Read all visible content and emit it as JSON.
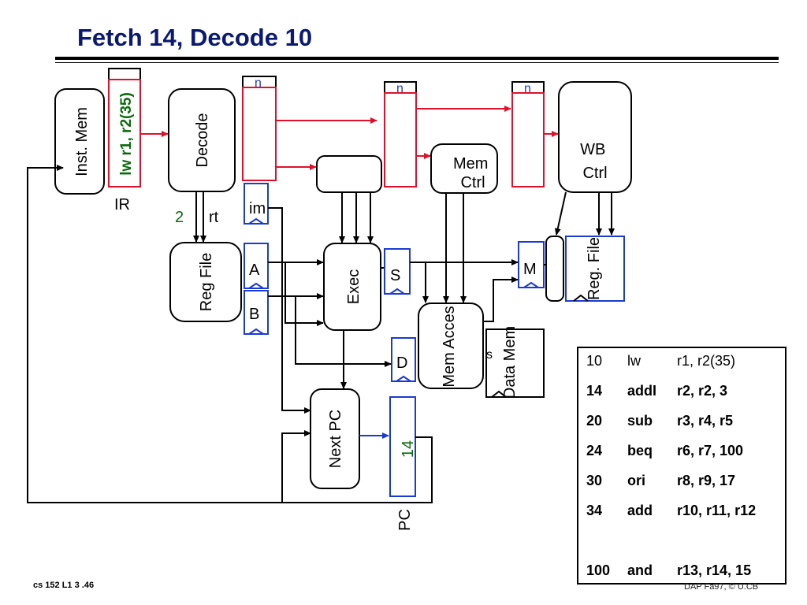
{
  "slide": {
    "title": "Fetch 14, Decode 10",
    "footer_left": "cs 152  L1 3 .46",
    "footer_right": "DAP Fa97, © U.CB"
  },
  "diagram": {
    "inst_mem": "Inst. Mem",
    "ir_contents": "lw r1, r2(35)",
    "ir_label": "IR",
    "decode": "Decode",
    "rs_label": "2",
    "rt_label": "rt",
    "pipe_tag": "n",
    "im_label": "im",
    "reg_file": "Reg File",
    "reg_file_right": "Reg. File",
    "a_reg": "A",
    "b_reg": "B",
    "exec": "Exec",
    "s_reg": "S",
    "mem_ctrl": "Mem Ctrl",
    "wb_ctrl": "WB Ctrl",
    "m_reg": "M",
    "mem_access": "Mem Acces",
    "data_mem": "Data Mem",
    "data_mem_prefix": "s",
    "d_reg": "D",
    "next_pc": "Next PC",
    "pc_value": "14",
    "pc_label": "PC"
  },
  "program": [
    {
      "addr": "10",
      "op": "lw",
      "args": "r1, r2(35)",
      "bold": false
    },
    {
      "addr": "14",
      "op": "addI",
      "args": "r2, r2, 3",
      "bold": true
    },
    {
      "addr": "20",
      "op": "sub",
      "args": "r3, r4, r5",
      "bold": true
    },
    {
      "addr": "24",
      "op": "beq",
      "args": "r6, r7, 100",
      "bold": true
    },
    {
      "addr": "30",
      "op": "ori",
      "args": "r8, r9, 17",
      "bold": true
    },
    {
      "addr": "34",
      "op": "add",
      "args": "r10, r11, r12",
      "bold": true
    },
    {
      "addr": "100",
      "op": "and",
      "args": "r13, r14, 15",
      "bold": true
    }
  ],
  "colors": {
    "title": "#0a1a6e",
    "red": "#e0102a",
    "blue": "#1a3ad6",
    "green": "#0a6a0a"
  }
}
